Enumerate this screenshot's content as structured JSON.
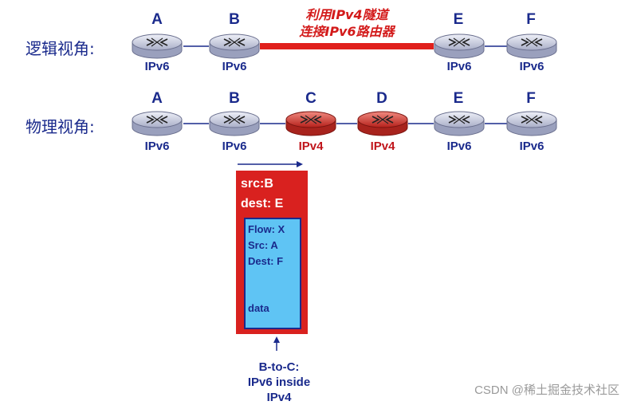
{
  "logical_view": {
    "label": "逻辑视角:",
    "routers": [
      {
        "name": "A",
        "protocol": "IPv6"
      },
      {
        "name": "B",
        "protocol": "IPv6"
      },
      {
        "name": "E",
        "protocol": "IPv6"
      },
      {
        "name": "F",
        "protocol": "IPv6"
      }
    ],
    "tunnel_label_line1": "利用IPv4隧道",
    "tunnel_label_line2": "连接IPv6路由器"
  },
  "physical_view": {
    "label": "物理视角:",
    "routers": [
      {
        "name": "A",
        "protocol": "IPv6"
      },
      {
        "name": "B",
        "protocol": "IPv6"
      },
      {
        "name": "C",
        "protocol": "IPv4"
      },
      {
        "name": "D",
        "protocol": "IPv4"
      },
      {
        "name": "E",
        "protocol": "IPv6"
      },
      {
        "name": "F",
        "protocol": "IPv6"
      }
    ]
  },
  "packet": {
    "outer_src": "src:B",
    "outer_dest": "dest: E",
    "inner_flow": "Flow: X",
    "inner_src": "Src: A",
    "inner_dest": "Dest: F",
    "payload": "data"
  },
  "caption": {
    "line1": "B-to-C:",
    "line2": "IPv6 inside",
    "line3": "IPv4"
  },
  "watermark": "CSDN @稀土掘金技术社区",
  "colors": {
    "ipv6_router": "#c9cde0",
    "ipv4_router": "#d0342c",
    "tunnel": "#e0201c",
    "text": "#1a2a8c",
    "packet_outer": "#d9211f",
    "packet_inner": "#5fc4f4"
  }
}
